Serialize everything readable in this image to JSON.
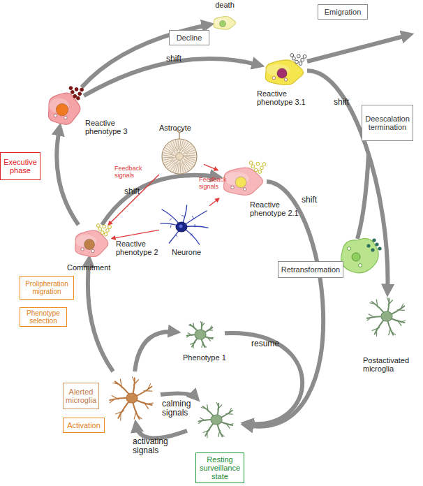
{
  "diagram": {
    "nodes": [
      {
        "text": [
          "death"
        ]
      },
      {
        "text": [
          "Emigration"
        ]
      },
      {
        "text": [
          "Decline"
        ]
      },
      {
        "text": [
          "Reactive phenotype 3.1"
        ]
      },
      {
        "text": [
          "Reactive phenotype 3"
        ]
      },
      {
        "text": [
          "Deescalation termination"
        ]
      },
      {
        "text": [
          "Astrocyte"
        ]
      },
      {
        "text": [
          "Executive phase"
        ]
      },
      {
        "text": [
          "Reactive phenotype 2.1"
        ]
      },
      {
        "text": [
          "Neurone"
        ]
      },
      {
        "text": [
          "Reactive phenotype 2"
        ]
      },
      {
        "text": [
          "Retransformation"
        ]
      },
      {
        "text": [
          "Prolipheration migration"
        ]
      },
      {
        "text": [
          "Phenotype selection"
        ]
      },
      {
        "text": [
          "Phenotype 1"
        ]
      },
      {
        "text": [
          "Postactivated microglia"
        ]
      },
      {
        "text": [
          "Alerted microglia"
        ]
      },
      {
        "text": [
          "Activation"
        ]
      },
      {
        "text": [
          "Resting surveillance state"
        ]
      }
    ],
    "edges": [
      {
        "from": 4,
        "to": 0,
        "arrow": "to"
      },
      {
        "from": 4,
        "to": 3,
        "label": "shift",
        "arrow": "to"
      },
      {
        "from": 3,
        "to": 15,
        "label": "shift",
        "arrow": "to"
      },
      {
        "from": 10,
        "to": 8,
        "label": "shift",
        "arrow": "to"
      },
      {
        "from": 8,
        "to": 18,
        "label": "shift",
        "arrow": "to"
      },
      {
        "from": 10,
        "to": 4,
        "arrow": "to"
      },
      {
        "from": 16,
        "to": 10,
        "arrow": "to"
      },
      {
        "from": 16,
        "to": 14,
        "arrow": "to"
      },
      {
        "from": 14,
        "to": 18,
        "label": "resume",
        "arrow": "to"
      },
      {
        "from": 16,
        "to": 18,
        "label": "calming signals",
        "arrow": "to"
      },
      {
        "from": 18,
        "to": 16,
        "label": "activating signals",
        "arrow": "to"
      },
      {
        "from": 6,
        "to": 10,
        "label": "Feedback signals",
        "arrow": "to"
      },
      {
        "from": 6,
        "to": 8,
        "arrow": "to"
      },
      {
        "from": 9,
        "to": 10,
        "arrow": "to"
      },
      {
        "from": 9,
        "to": 8,
        "label": "Feedback signals",
        "arrow": "to"
      }
    ],
    "labels": [
      "Commitment"
    ]
  }
}
